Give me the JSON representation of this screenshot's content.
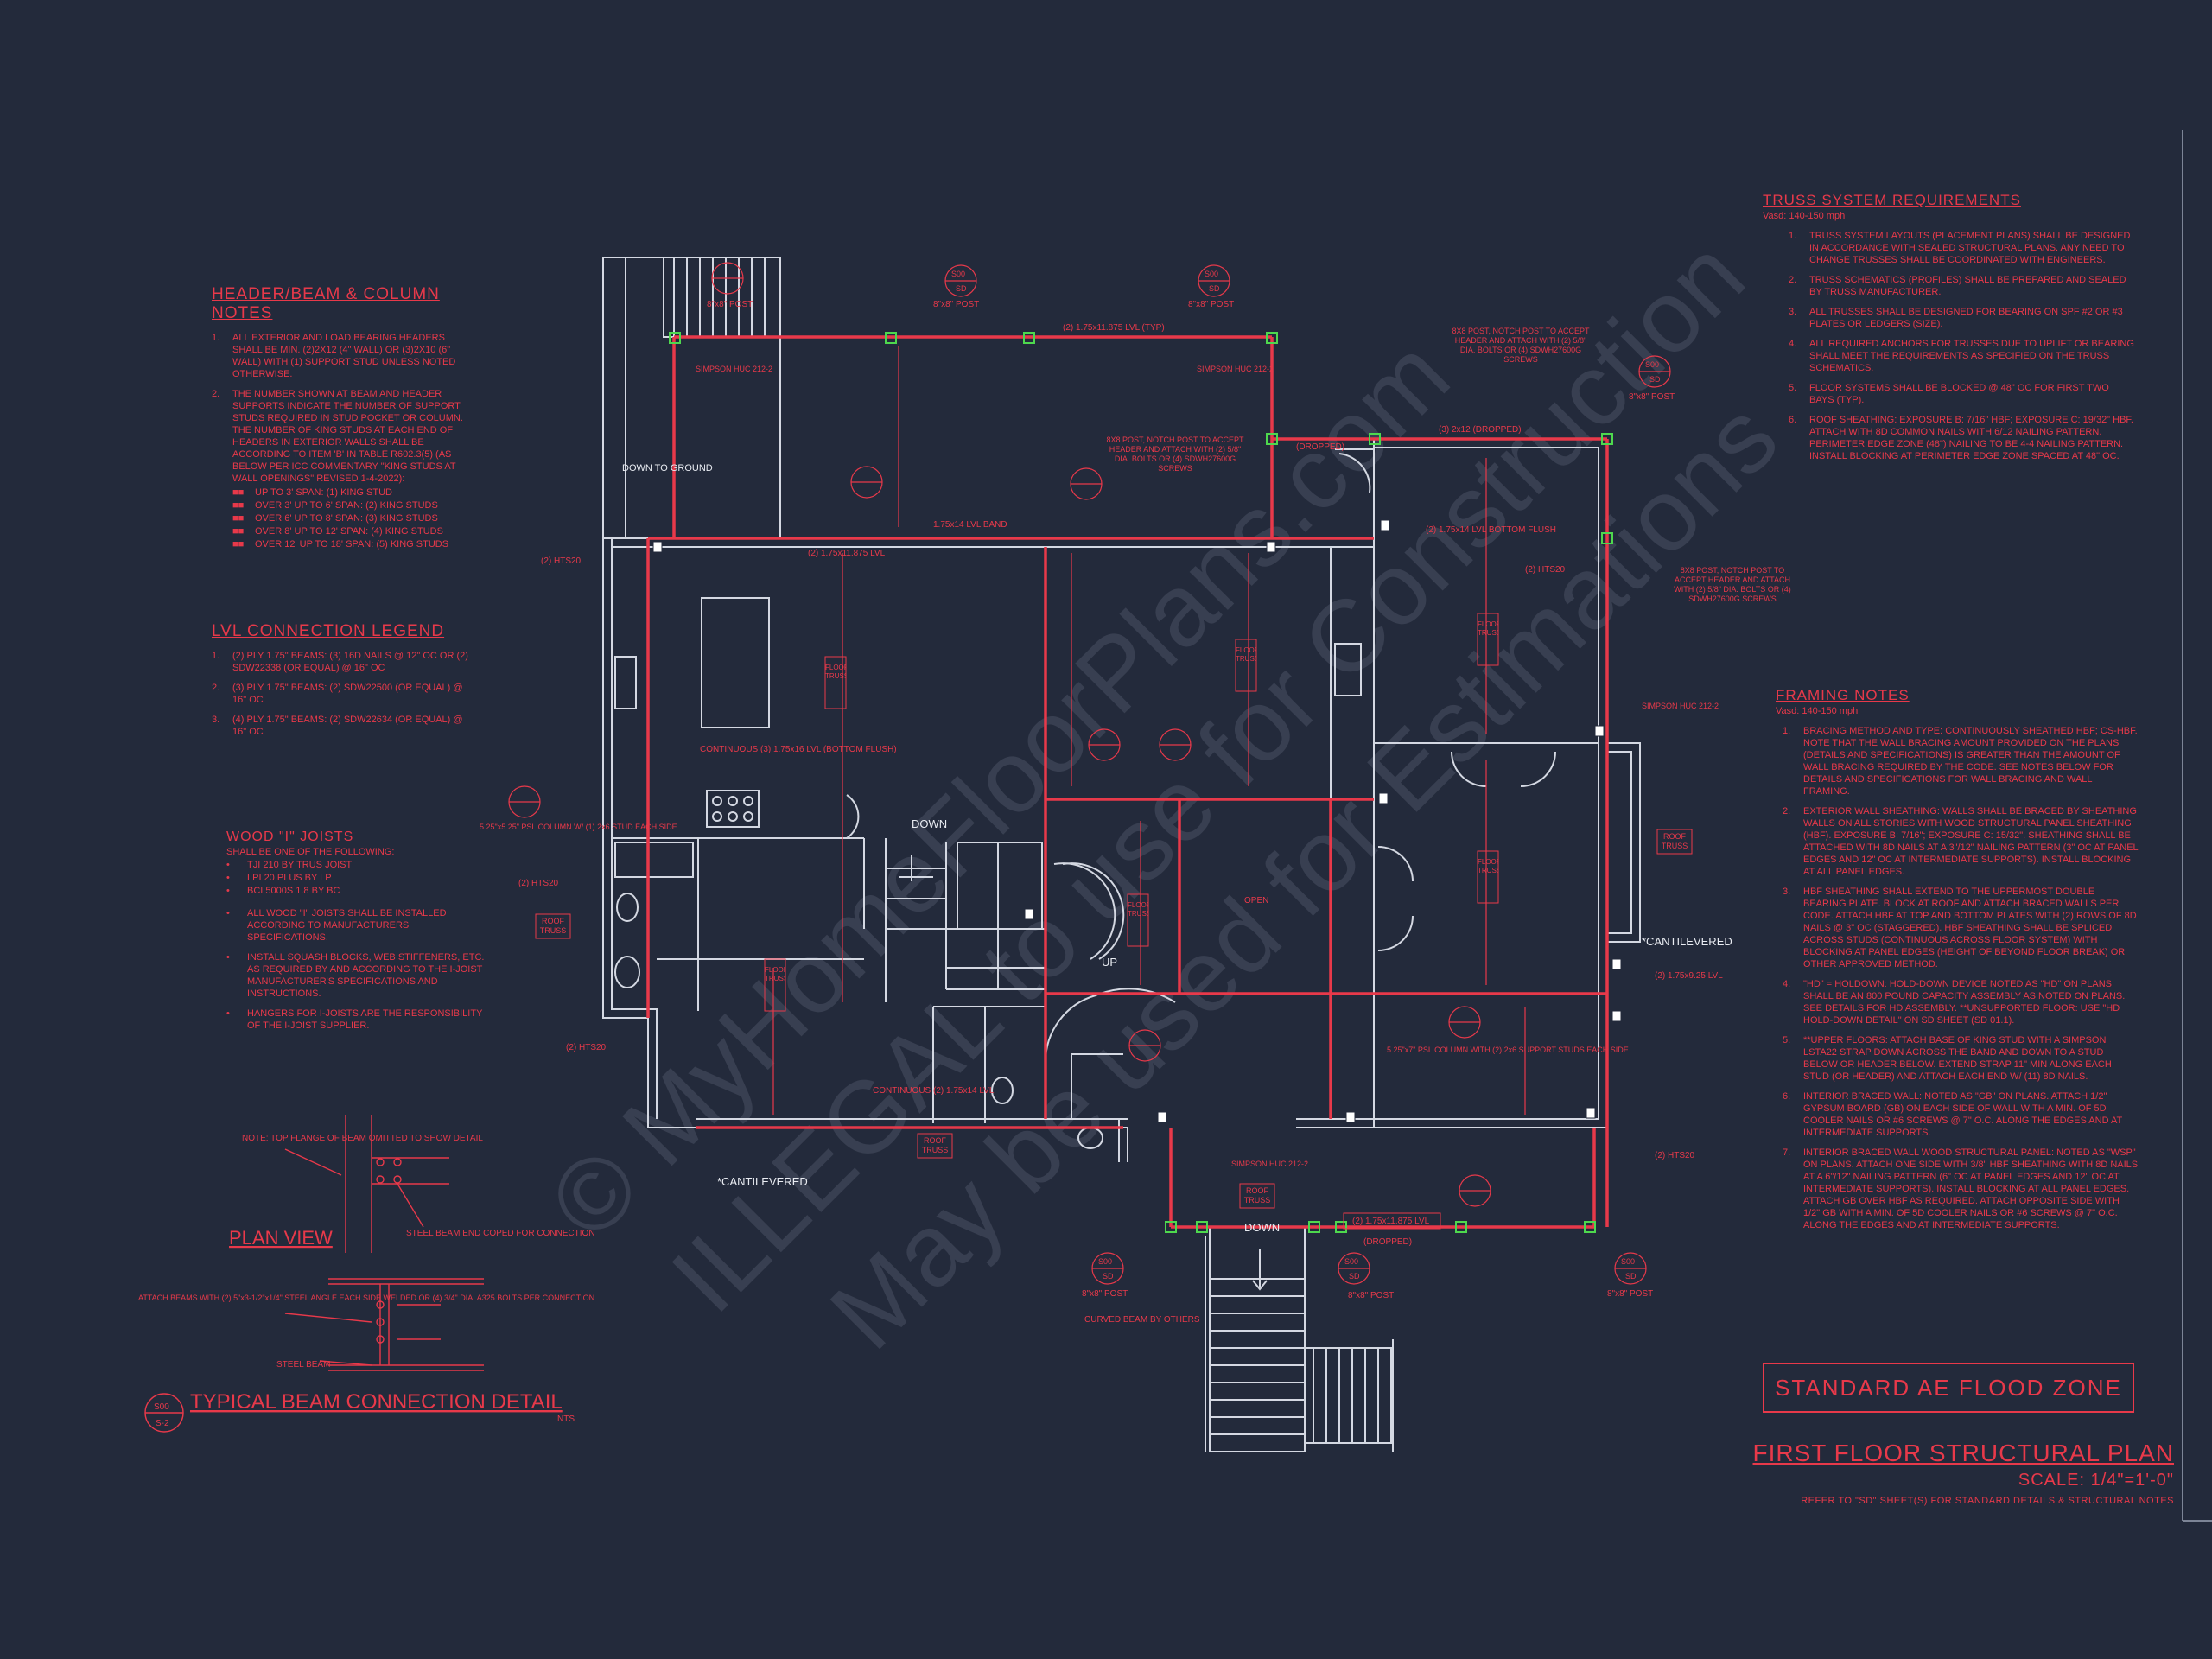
{
  "watermark": {
    "line1": "© MyHomeFloorPlans.com",
    "line2": "ILLEGAL to use for Construction",
    "line3": "May be used for Estimations"
  },
  "header_notes": {
    "title": "HEADER/BEAM & COLUMN NOTES",
    "items": [
      "ALL EXTERIOR AND LOAD BEARING HEADERS SHALL BE MIN. (2)2x12 (4\" WALL) OR (3)2x10 (6\" WALL) WITH (1) SUPPORT STUD UNLESS NOTED OTHERWISE.",
      "THE NUMBER SHOWN AT BEAM AND HEADER SUPPORTS INDICATE THE NUMBER OF SUPPORT STUDS REQUIRED IN STUD POCKET OR COLUMN. THE NUMBER OF KING STUDS AT EACH END OF HEADERS IN EXTERIOR WALLS SHALL BE ACCORDING TO ITEM 'B' IN TABLE R602.3(5) (AS BELOW PER ICC COMMENTARY \"KING STUDS AT WALL OPENINGS\" REVISED 1-4-2022):"
    ],
    "bullets": [
      "UP TO 3' SPAN: (1) KING STUD",
      "OVER 3' UP TO 6' SPAN: (2) KING STUDS",
      "OVER 6' UP TO 8' SPAN: (3) KING STUDS",
      "OVER 8' UP TO 12' SPAN: (4) KING STUDS",
      "OVER 12' UP TO 18' SPAN: (5) KING STUDS"
    ]
  },
  "lvl_legend": {
    "title": "LVL CONNECTION LEGEND",
    "items": [
      "(2) PLY 1.75\" BEAMS: (3) 16d NAILS @ 12\" OC OR (2) SDW22338 (OR EQUAL) @ 16\" OC",
      "(3) PLY 1.75\" BEAMS: (2) SDW22500 (OR EQUAL) @ 16\" OC",
      "(4) PLY 1.75\" BEAMS: (2) SDW22634 (OR EQUAL) @ 16\" OC"
    ]
  },
  "wood_joists": {
    "title": "WOOD \"I\" JOISTS",
    "intro": "SHALL BE ONE OF THE FOLLOWING:",
    "types": [
      "TJI 210 BY TRUS JOIST",
      "LPI 20 PLUS BY LP",
      "BCI 5000s 1.8 BY BC"
    ],
    "items": [
      "ALL WOOD \"I\" JOISTS SHALL BE INSTALLED ACCORDING TO MANUFACTURERS SPECIFICATIONS.",
      "INSTALL SQUASH BLOCKS, WEB STIFFENERS, ETC. AS REQUIRED BY AND ACCORDING TO THE I-JOIST MANUFACTURER'S SPECIFICATIONS AND INSTRUCTIONS.",
      "HANGERS FOR I-JOISTS ARE THE RESPONSIBILITY OF THE I-JOIST SUPPLIER."
    ]
  },
  "detail": {
    "plan_view": "PLAN VIEW",
    "note_top": "NOTE: TOP FLANGE OF BEAM OMITTED TO SHOW DETAIL",
    "steel_end": "STEEL BEAM END COPED FOR CONNECTION",
    "attach": "ATTACH BEAMS WITH (2) 5\"x3-1/2\"x1/4\" STEEL ANGLE EACH SIDE WELDED OR (4) 3/4\" DIA. A325 BOLTS PER CONNECTION",
    "steel_beam": "STEEL BEAM",
    "tag_num": "S00",
    "tag_sheet": "S-2",
    "title": "TYPICAL BEAM CONNECTION DETAIL",
    "nts": "NTS"
  },
  "truss_req": {
    "title": "TRUSS SYSTEM REQUIREMENTS",
    "sub": "Vasd: 140-150 mph",
    "items": [
      "TRUSS SYSTEM LAYOUTS (PLACEMENT PLANS) SHALL BE DESIGNED IN ACCORDANCE WITH SEALED STRUCTURAL PLANS. ANY NEED TO CHANGE TRUSSES SHALL BE COORDINATED WITH ENGINEERS.",
      "TRUSS SCHEMATICS (PROFILES) SHALL BE PREPARED AND SEALED BY TRUSS MANUFACTURER.",
      "ALL TRUSSES SHALL BE DESIGNED FOR BEARING ON SPF #2 OR #3 PLATES OR LEDGERS (SIZE).",
      "ALL REQUIRED ANCHORS FOR TRUSSES DUE TO UPLIFT OR BEARING SHALL MEET THE REQUIREMENTS AS SPECIFIED ON THE TRUSS SCHEMATICS.",
      "FLOOR SYSTEMS SHALL BE BLOCKED @ 48\" OC FOR FIRST TWO BAYS (TYP).",
      "ROOF SHEATHING: EXPOSURE B: 7/16\" HBF; EXPOSURE C: 19/32\" HBF. ATTACH WITH 8d COMMON NAILS WITH 6/12 NAILING PATTERN. PERIMETER EDGE ZONE (48\") NAILING TO BE 4-4 NAILING PATTERN. INSTALL BLOCKING AT PERIMETER EDGE ZONE SPACED AT 48\" OC."
    ]
  },
  "framing_notes": {
    "title": "FRAMING NOTES",
    "sub": "Vasd: 140-150 mph",
    "items": [
      "BRACING METHOD AND TYPE: CONTINUOUSLY SHEATHED HBF; CS-HBF. NOTE THAT THE WALL BRACING AMOUNT PROVIDED ON THE PLANS (DETAILS AND SPECIFICATIONS) IS GREATER THAN THE AMOUNT OF WALL BRACING REQUIRED BY THE CODE. SEE NOTES BELOW FOR DETAILS AND SPECIFICATIONS FOR WALL BRACING AND WALL FRAMING.",
      "EXTERIOR WALL SHEATHING: WALLS SHALL BE BRACED BY SHEATHING WALLS ON ALL STORIES WITH WOOD STRUCTURAL PANEL SHEATHING (HBF). EXPOSURE B: 7/16\"; EXPOSURE C: 15/32\". SHEATHING SHALL BE ATTACHED WITH 8d NAILS AT A 3\"/12\" NAILING PATTERN (3\" OC AT PANEL EDGES AND 12\" OC AT INTERMEDIATE SUPPORTS). INSTALL BLOCKING AT ALL PANEL EDGES.",
      "HBF SHEATHING SHALL EXTEND TO THE UPPERMOST DOUBLE BEARING PLATE. BLOCK AT ROOF AND ATTACH BRACED WALLS PER CODE. ATTACH HBF AT TOP AND BOTTOM PLATES WITH (2) ROWS OF 8d NAILS @ 3\" OC (STAGGERED). HBF SHEATHING SHALL BE SPLICED ACROSS STUDS (CONTINUOUS ACROSS FLOOR SYSTEM) WITH BLOCKING AT PANEL EDGES (HEIGHT OF BEYOND FLOOR BREAK) OR OTHER APPROVED METHOD.",
      "\"HD\" = HOLDOWN: HOLD-DOWN DEVICE NOTED AS \"HD\" ON PLANS SHALL BE AN 800 POUND CAPACITY ASSEMBLY AS NOTED ON PLANS. SEE DETAILS FOR HD ASSEMBLY. **UNSUPPORTED FLOOR: USE \"HD HOLD-DOWN DETAIL\" ON SD SHEET (SD 01.1).",
      "**UPPER FLOORS: ATTACH BASE OF KING STUD WITH A SIMPSON LSTA22 STRAP DOWN ACROSS THE BAND AND DOWN TO A STUD BELOW OR HEADER BELOW. EXTEND STRAP 11\" MIN ALONG EACH STUD (OR HEADER) AND ATTACH EACH END W/ (11) 8d NAILS.",
      "INTERIOR BRACED WALL: NOTED AS \"GB\" ON PLANS. ATTACH 1/2\" GYPSUM BOARD (GB) ON EACH SIDE OF WALL WITH A MIN. OF 5d COOLER NAILS OR #6 SCREWS @ 7\" O.C. ALONG THE EDGES AND AT INTERMEDIATE SUPPORTS.",
      "INTERIOR BRACED WALL WOOD STRUCTURAL PANEL: NOTED AS \"WSP\" ON PLANS. ATTACH ONE SIDE WITH 3/8\" HBF SHEATHING WITH 8d NAILS AT A 6\"/12\" NAILING PATTERN (6\" OC AT PANEL EDGES AND 12\" OC AT INTERMEDIATE SUPPORTS). INSTALL BLOCKING AT ALL PANEL EDGES. ATTACH GB OVER HBF AS REQUIRED. ATTACH OPPOSITE SIDE WITH 1/2\" GB WITH A MIN. OF 5d COOLER NAILS OR #6 SCREWS @ 7\" O.C. ALONG THE EDGES AND AT INTERMEDIATE SUPPORTS."
    ]
  },
  "flood_zone": "STANDARD AE FLOOD ZONE",
  "sheet_title": {
    "title": "FIRST FLOOR STRUCTURAL PLAN",
    "scale": "SCALE: 1/4\"=1'-0\"",
    "ref": "REFER TO \"SD\" SHEET(S) FOR STANDARD DETAILS & STRUCTURAL NOTES"
  },
  "plan": {
    "down_ground": "DOWN TO GROUND",
    "down_1": "DOWN",
    "down_2": "DOWN",
    "up": "UP",
    "cantilevered_1": "*CANTILEVERED",
    "cantilevered_2": "*CANTILEVERED",
    "band": "1.75x14 LVL BAND",
    "beam_top": "(2) 1.75x11.875 LVL (TYP)",
    "beam_right_top": "(3) 2x12 (DROPPED)",
    "beam_bottom": "(2) 1.75x11.875 LVL",
    "lvl_1": "(2) 1.75x11.875 LVL",
    "lvl_2": "(2) 1.75x9.25 LVL",
    "lvl_bottom_flush": "(2) 1.75x14 LVL BOTTOM FLUSH",
    "continuous": "CONTINUOUS (3) 1.75x16 LVL (BOTTOM FLUSH)",
    "continuous_2": "CONTINUOUS (2) 1.75x14 LVL",
    "roof_truss": "ROOF TRUSS",
    "floor_truss": "FLOOR TRUSS",
    "post": "8\"x8\" POST",
    "post_note_1": "8x8 POST, NOTCH POST TO ACCEPT HEADER AND ATTACH WITH (2) 5/8\" DIA. BOLTS OR (4) SDWH27600G SCREWS",
    "post_note_2": "8x8 POST, NOTCH POST TO ACCEPT HEADER AND ATTACH WITH (2) 5/8\" DIA. BOLTS OR (4) SDWH27600G SCREWS",
    "post_note_3": "8x8 POST, NOTCH POST TO ACCEPT HEADER AND ATTACH WITH (2) 5/8\" DIA. BOLTS OR (4) SDWH27600G SCREWS",
    "simpson": "SIMPSON HUC 212-2",
    "psl_1": "5.25\"x5.25\" PSL COLUMN W/ (1) 2x6 STUD EACH SIDE",
    "psl_2": "5.25\"x7\" PSL COLUMN WITH (2) 2x6 SUPPORT STUDS EACH SIDE",
    "curved_beam": "CURVED BEAM BY OTHERS",
    "open": "OPEN",
    "hts": "(2) HTS20",
    "dropped": "(DROPPED)",
    "tag_num": "S00",
    "tag_sheet": "SD"
  }
}
